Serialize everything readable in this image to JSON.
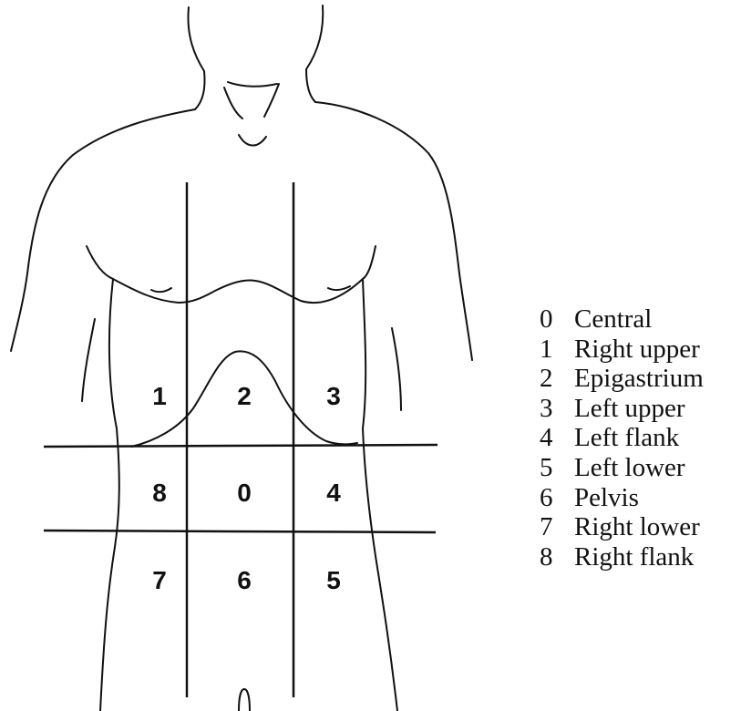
{
  "regions": [
    {
      "num": "0",
      "name": "Central"
    },
    {
      "num": "1",
      "name": "Right upper"
    },
    {
      "num": "2",
      "name": "Epigastrium"
    },
    {
      "num": "3",
      "name": "Left upper"
    },
    {
      "num": "4",
      "name": "Left flank"
    },
    {
      "num": "5",
      "name": "Left lower"
    },
    {
      "num": "6",
      "name": "Pelvis"
    },
    {
      "num": "7",
      "name": "Right lower"
    },
    {
      "num": "8",
      "name": "Right flank"
    }
  ],
  "colors": {
    "line": "#111111",
    "background": "#ffffff"
  }
}
